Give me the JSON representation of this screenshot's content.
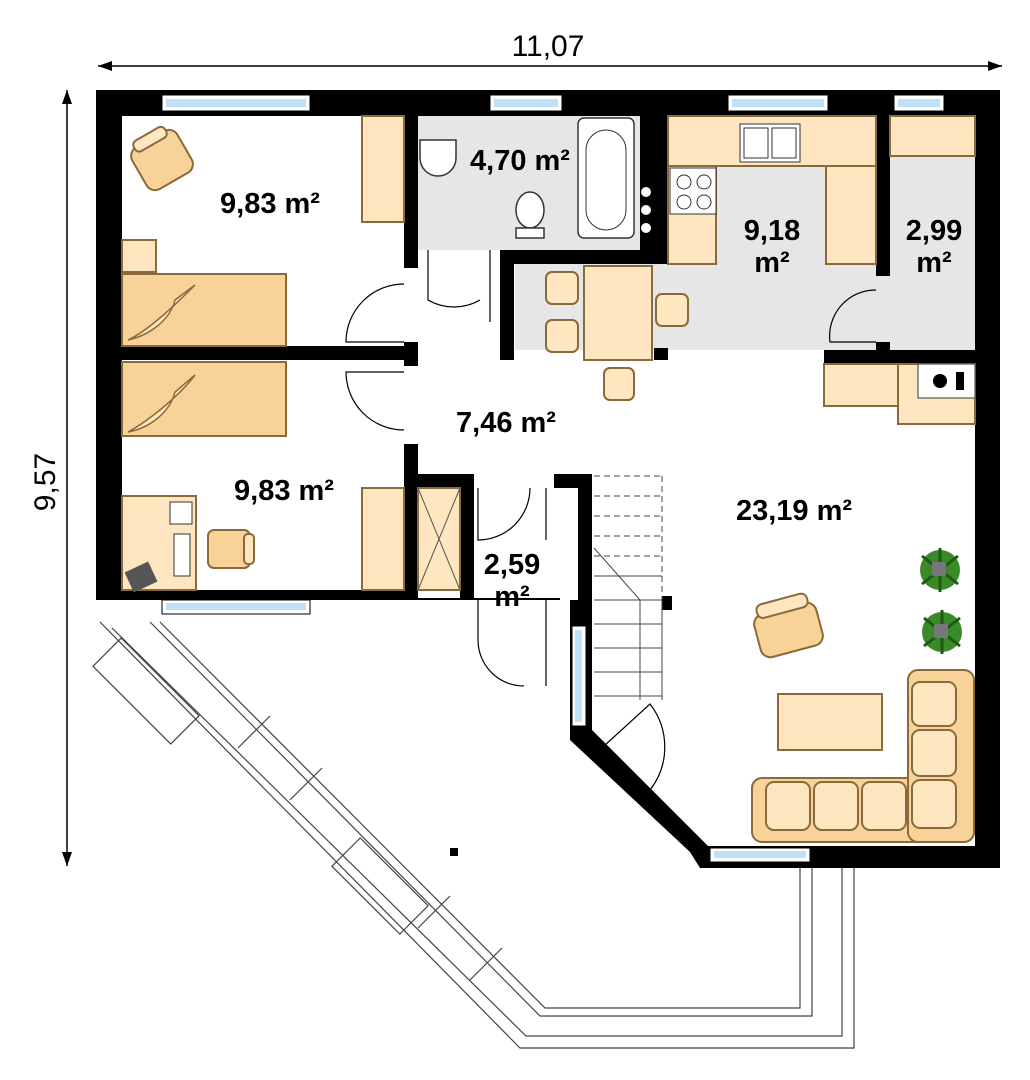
{
  "dimensions": {
    "width_label": "11,07",
    "height_label": "9,57"
  },
  "rooms": {
    "bedroom1": {
      "area": "9,83 m²"
    },
    "bathroom": {
      "area": "4,70 m²"
    },
    "kitchen": {
      "area_line1": "9,18",
      "area_line2": "m²"
    },
    "pantry": {
      "area_line1": "2,99",
      "area_line2": "m²"
    },
    "hall": {
      "area": "7,46 m²"
    },
    "bedroom2": {
      "area": "9,83 m²"
    },
    "closet": {
      "area_line1": "2,59",
      "area_line2": "m²"
    },
    "living": {
      "area": "23,19 m²"
    }
  },
  "colors": {
    "wall": "#000000",
    "furniture": "#fde6c0",
    "sofa": "#f7d39a",
    "wet_floor": "#e6e6e6",
    "window": "#bfe0f5",
    "plant": "#3a8a2a"
  }
}
